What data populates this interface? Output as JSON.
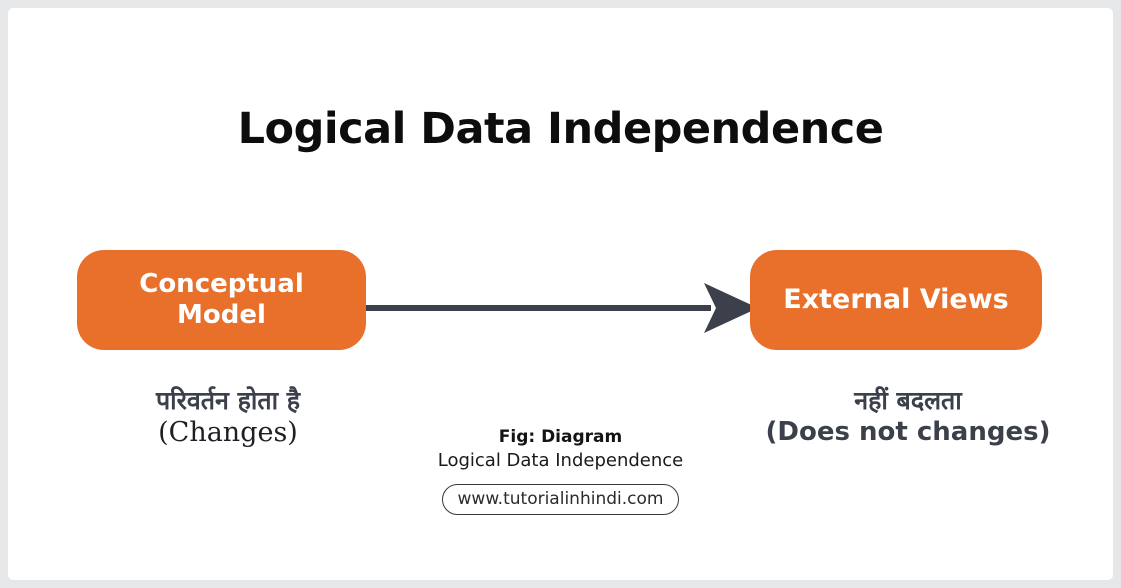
{
  "canvas": {
    "background": "#ffffff",
    "page_background": "#e5e7e8"
  },
  "title": "Logical Data Independence",
  "colors": {
    "box_fill": "#e8702a",
    "box_text": "#ffffff",
    "arrow": "#3c404b",
    "caption_text": "#3c404b",
    "title_text": "#0d0d0d"
  },
  "nodes": [
    {
      "id": "conceptual-model",
      "label": "Conceptual\nModel",
      "line1": "Conceptual",
      "line2": "Model"
    },
    {
      "id": "external-views",
      "label": "External Views",
      "line1": "External Views",
      "line2": ""
    }
  ],
  "arrow": {
    "icon": "arrow-right-icon",
    "from": "conceptual-model",
    "to": "external-views"
  },
  "captions": {
    "left": {
      "hindi": "परिवर्तन होता है",
      "english": "(Changes)"
    },
    "right": {
      "hindi": "नहीं बदलता",
      "english": "(Does not changes)"
    }
  },
  "figure_caption": {
    "title": "Fig: Diagram",
    "subtitle": "Logical Data Independence",
    "watermark": "www.tutorialinhindi.com"
  }
}
